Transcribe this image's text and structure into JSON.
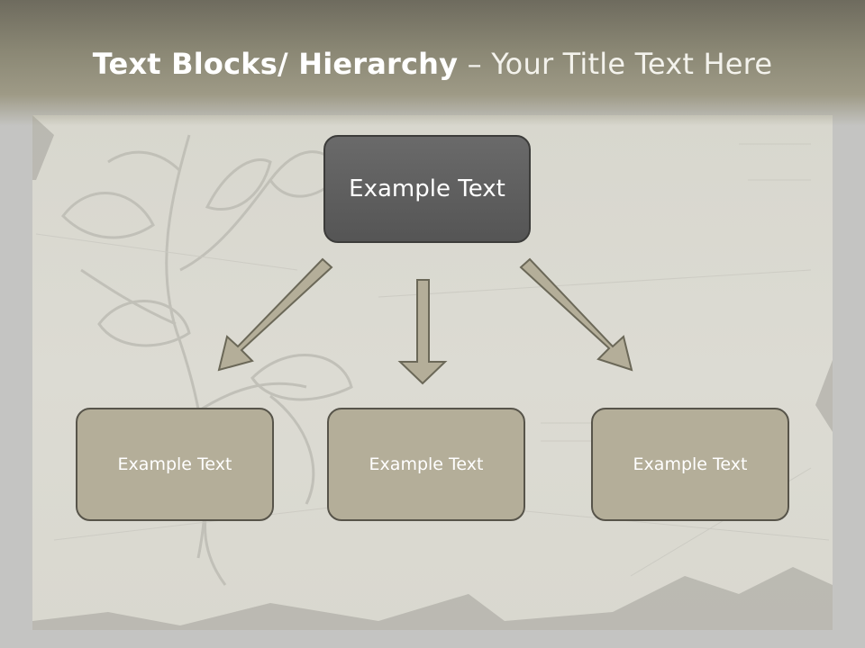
{
  "slide": {
    "title_bold": "Text Blocks/ Hierarchy",
    "title_separator": " – ",
    "title_rest": "Your Title Text Here"
  },
  "hierarchy": {
    "top": {
      "label": "Example Text"
    },
    "children": [
      {
        "label": "Example Text"
      },
      {
        "label": "Example Text"
      },
      {
        "label": "Example Text"
      }
    ]
  },
  "colors": {
    "top_box": "#5e5e5e",
    "child_box": "#b4ae99",
    "arrow_fill": "#b4ae99",
    "arrow_stroke": "#6b6858"
  }
}
